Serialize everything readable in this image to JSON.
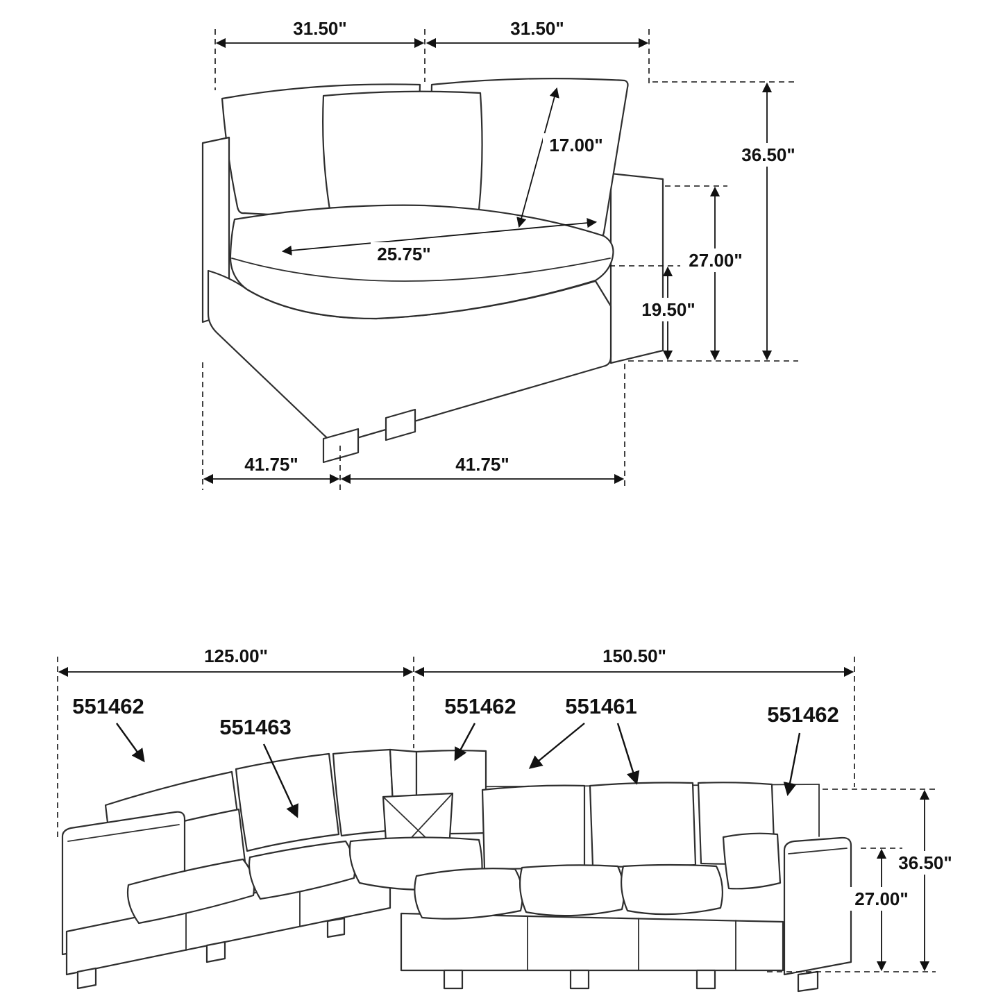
{
  "module_diagram": {
    "dim_back_width_left": "31.50\"",
    "dim_back_width_right": "31.50\"",
    "dim_back_cushion": "17.00\"",
    "dim_overall_height": "36.50\"",
    "dim_seat_width": "25.75\"",
    "dim_back_height": "27.00\"",
    "dim_seat_height": "19.50\"",
    "dim_base_depth_left": "41.75\"",
    "dim_base_depth_right": "41.75\""
  },
  "sectional_diagram": {
    "dim_overall_depth": "125.00\"",
    "dim_overall_width": "150.50\"",
    "dim_overall_height": "36.50\"",
    "dim_arm_height": "27.00\"",
    "sku_labels": [
      "551462",
      "551463",
      "551462",
      "551461",
      "551462"
    ]
  }
}
